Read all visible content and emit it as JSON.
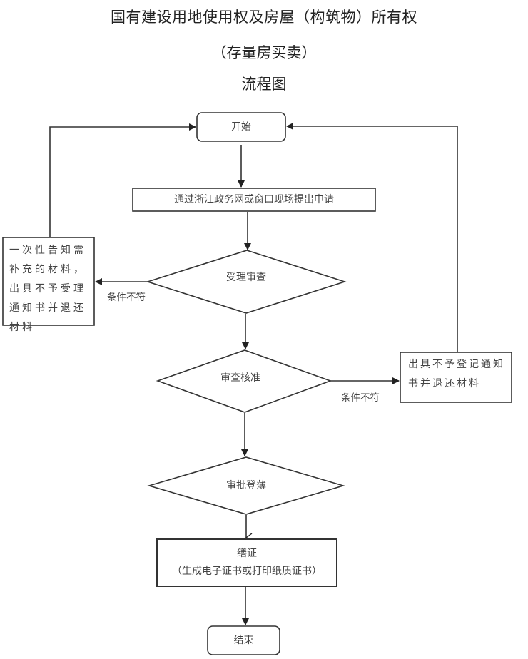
{
  "document": {
    "title_line1": "国有建设用地使用权及房屋（构筑物）所有权",
    "title_line2": "（存量房买卖）",
    "title_line3": "流程图"
  },
  "flowchart": {
    "nodes": {
      "start": "开始",
      "apply": "通过浙江政务网或窗口现场提出申请",
      "accept_review": "受理审查",
      "reject_accept": "一次性告知需补充的材料，出具不予受理通知书并退还材料",
      "review_approve": "审查核准",
      "reject_register": "出具不予登记通知书并退还材料",
      "approve_register": "审批登薄",
      "certificate_title": "缮证",
      "certificate_detail": "（生成电子证书或打印纸质证书）",
      "end": "结束"
    },
    "edge_labels": {
      "accept_review_fail": "条件不符",
      "review_approve_fail": "条件不符"
    },
    "colors": {
      "stroke": "#333333",
      "text": "#444444",
      "background": "#ffffff"
    }
  }
}
